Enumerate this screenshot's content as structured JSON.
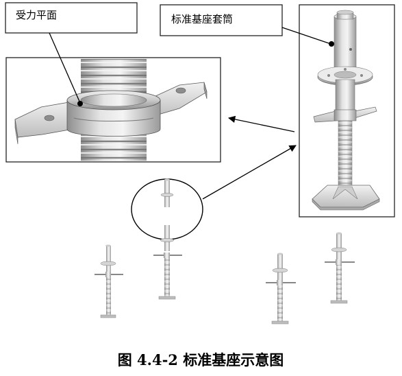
{
  "callouts": {
    "bearing_plane": "受力平面",
    "standard_base_sleeve": "标准基座套筒"
  },
  "caption": "图 4.4-2 标准基座示意图"
}
